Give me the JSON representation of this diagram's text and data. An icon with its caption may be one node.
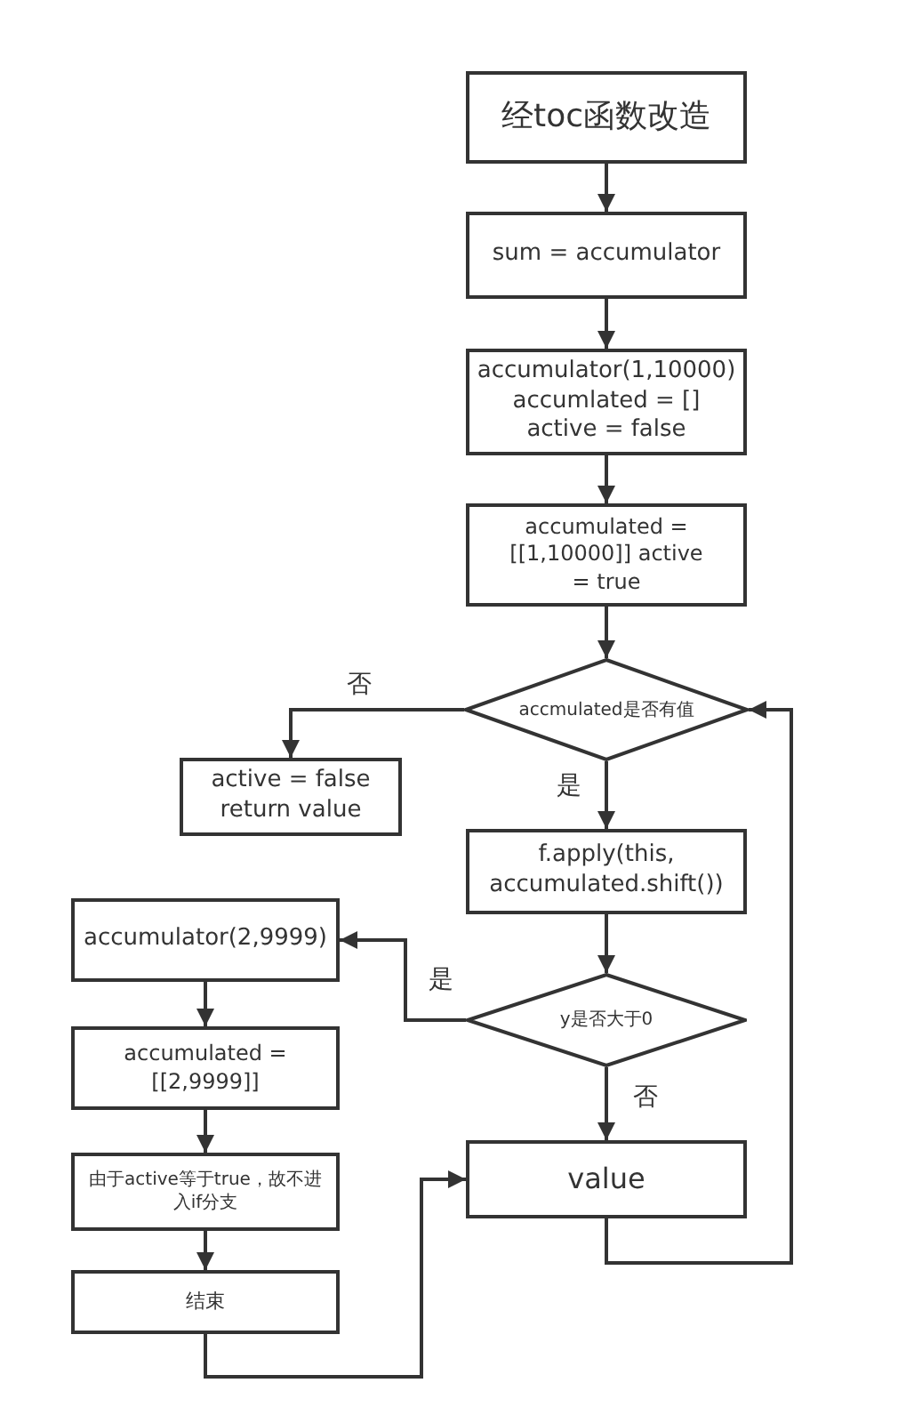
{
  "diagram": {
    "nodes": [
      {
        "text": [
          "经toc函数改造"
        ]
      },
      {
        "text": [
          "sum = accumulator"
        ]
      },
      {
        "text": [
          "accumulator(1,10000) accumlated = [] active = false"
        ]
      },
      {
        "text": [
          "accumulated = [[1,10000]] active = true"
        ]
      },
      {
        "text": [
          "accmulated是否有值"
        ]
      },
      {
        "text": [
          "active = false return value"
        ]
      },
      {
        "text": [
          "f.apply(this, accumulated.shift())"
        ]
      },
      {
        "text": [
          "accumulator(2,9999)"
        ]
      },
      {
        "text": [
          "y是否大于0"
        ]
      },
      {
        "text": [
          "value"
        ]
      },
      {
        "text": [
          "accumulated = [[2,9999]]"
        ]
      },
      {
        "text": [
          "由于active等于true，故不进入if分支"
        ]
      },
      {
        "text": [
          "结束"
        ]
      }
    ],
    "edges": [
      {
        "from": 0,
        "to": 1,
        "arrow": "to"
      },
      {
        "from": 1,
        "to": 2,
        "arrow": "to"
      },
      {
        "from": 2,
        "to": 3,
        "arrow": "to"
      },
      {
        "from": 3,
        "to": 4,
        "arrow": "to"
      },
      {
        "from": 4,
        "to": 5,
        "arrow": "to",
        "label": "否"
      },
      {
        "from": 4,
        "to": 6,
        "arrow": "to",
        "label": "是"
      },
      {
        "from": 6,
        "to": 8,
        "arrow": "to"
      },
      {
        "from": 8,
        "to": 7,
        "arrow": "to",
        "label": "是"
      },
      {
        "from": 8,
        "to": 9,
        "arrow": "to",
        "label": "否"
      },
      {
        "from": 7,
        "to": 10,
        "arrow": "to"
      },
      {
        "from": 10,
        "to": 11,
        "arrow": "to"
      },
      {
        "from": 11,
        "to": 12,
        "arrow": "to"
      },
      {
        "from": 12,
        "to": 9,
        "arrow": "to"
      },
      {
        "from": 9,
        "to": 4,
        "arrow": "to"
      }
    ]
  }
}
